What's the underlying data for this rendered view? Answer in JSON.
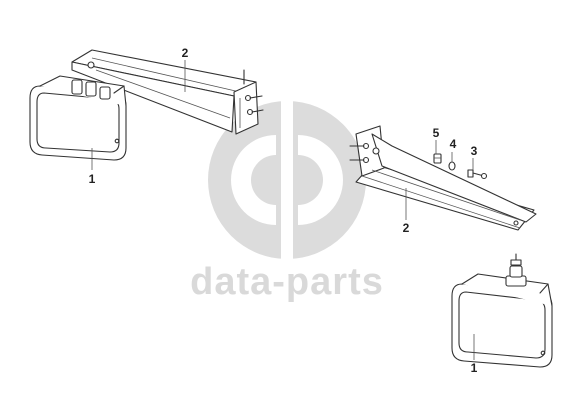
{
  "watermark": {
    "text": "data-parts",
    "color": "#d9d9d9"
  },
  "callouts": {
    "lamp_left": "1",
    "bracket_left": "2",
    "bracket_right": "2",
    "bolt": "3",
    "washer": "4",
    "nut": "5",
    "lamp_right": "1"
  },
  "icons": {
    "watermark_logo": "data-parts-logo-icon"
  }
}
